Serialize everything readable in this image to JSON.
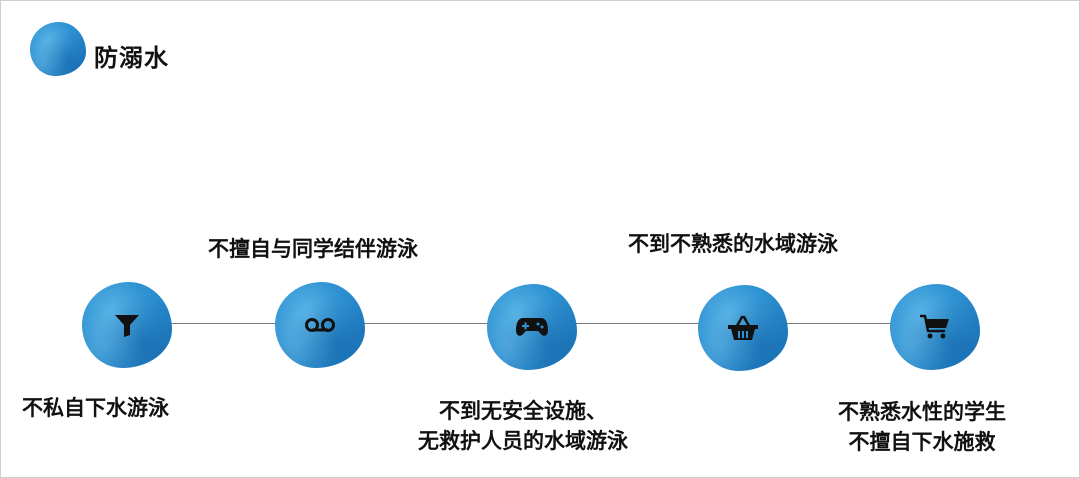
{
  "title": "防溺水",
  "steps": [
    {
      "icon": "funnel-icon",
      "label_lines": [
        "不私自下水游泳"
      ]
    },
    {
      "icon": "voicemail-icon",
      "label_lines": [
        "不擅自与同学结伴游泳"
      ]
    },
    {
      "icon": "gamepad-icon",
      "label_lines": [
        "不到无安全设施、",
        "无救护人员的水域游泳"
      ]
    },
    {
      "icon": "basket-icon",
      "label_lines": [
        "不到不熟悉的水域游泳"
      ]
    },
    {
      "icon": "shopping-cart-icon",
      "label_lines": [
        "不熟悉水性的学生",
        "不擅自下水施救"
      ]
    }
  ],
  "colors": {
    "accent": "#2f93d3",
    "icon": "#111111",
    "line": "#7a7a7a"
  }
}
